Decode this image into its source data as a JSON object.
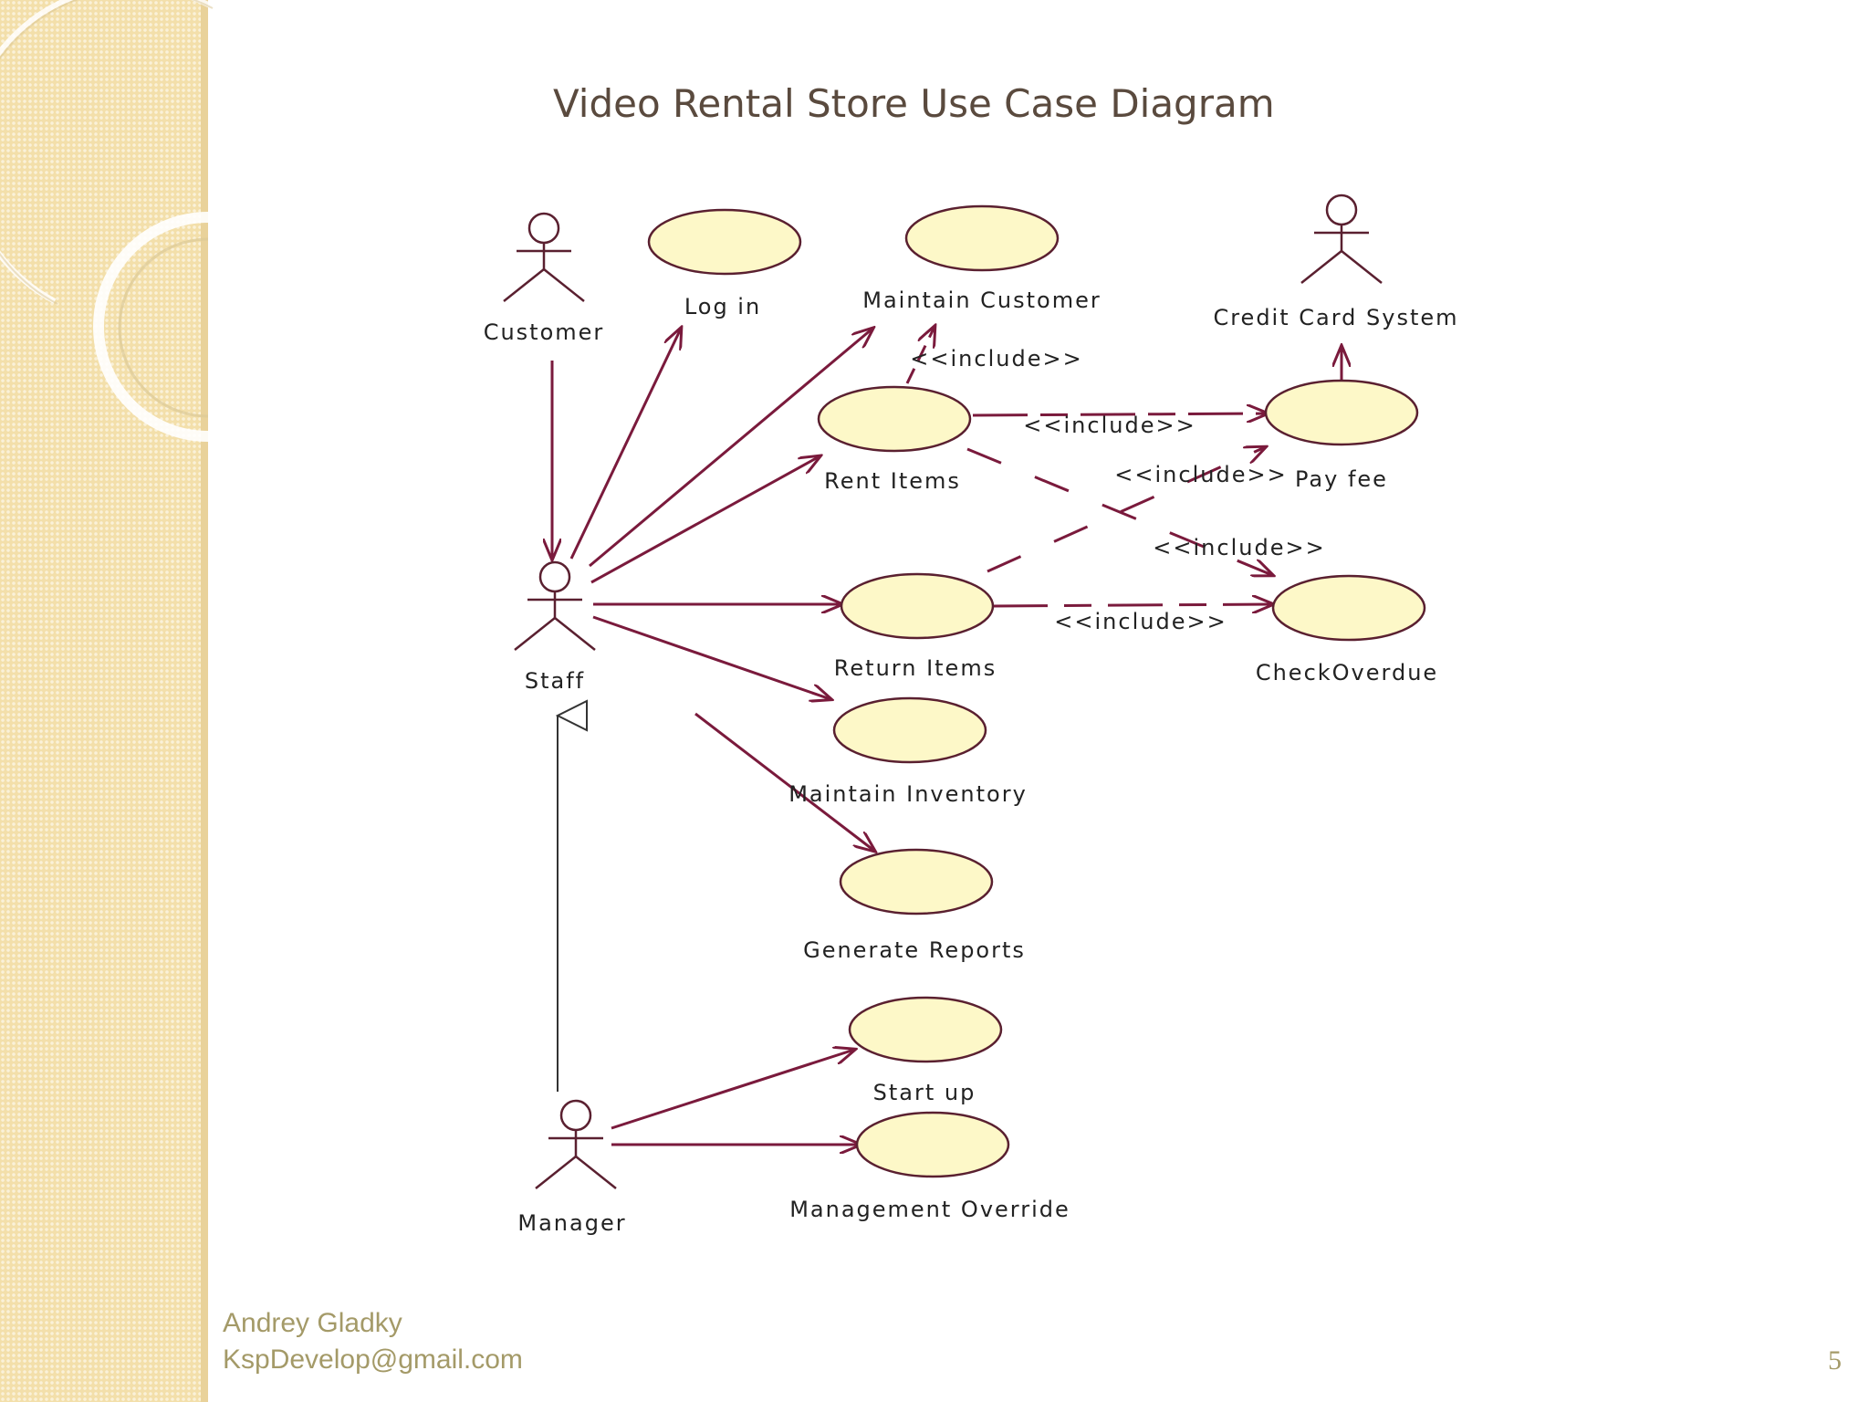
{
  "slide": {
    "title": "Video Rental Store Use Case Diagram",
    "footer_author": "Andrey Gladky",
    "footer_email": "KspDevelop@gmail.com",
    "page_number": "5"
  },
  "actors": {
    "customer": "Customer",
    "staff": "Staff",
    "manager": "Manager",
    "credit_card_system": "Credit Card System"
  },
  "use_cases": {
    "log_in": "Log in",
    "maintain_customer": "Maintain Customer",
    "rent_items": "Rent Items",
    "pay_fee": "Pay fee",
    "return_items": "Return Items",
    "check_overdue": "CheckOverdue",
    "maintain_inventory": "Maintain Inventory",
    "generate_reports": "Generate Reports",
    "start_up": "Start up",
    "management_override": "Management Override"
  },
  "stereotypes": {
    "include_1": "<<include>>",
    "include_2": "<<include>>",
    "include_3": "<<include>>",
    "include_4": "<<include>>",
    "include_5": "<<include>>"
  },
  "colors": {
    "line": "#7a1a3c",
    "use_case_fill": "#fdf8c8",
    "use_case_stroke": "#5a2030",
    "sidebar": "#f3dfaa",
    "footer_text": "#a49a68"
  }
}
